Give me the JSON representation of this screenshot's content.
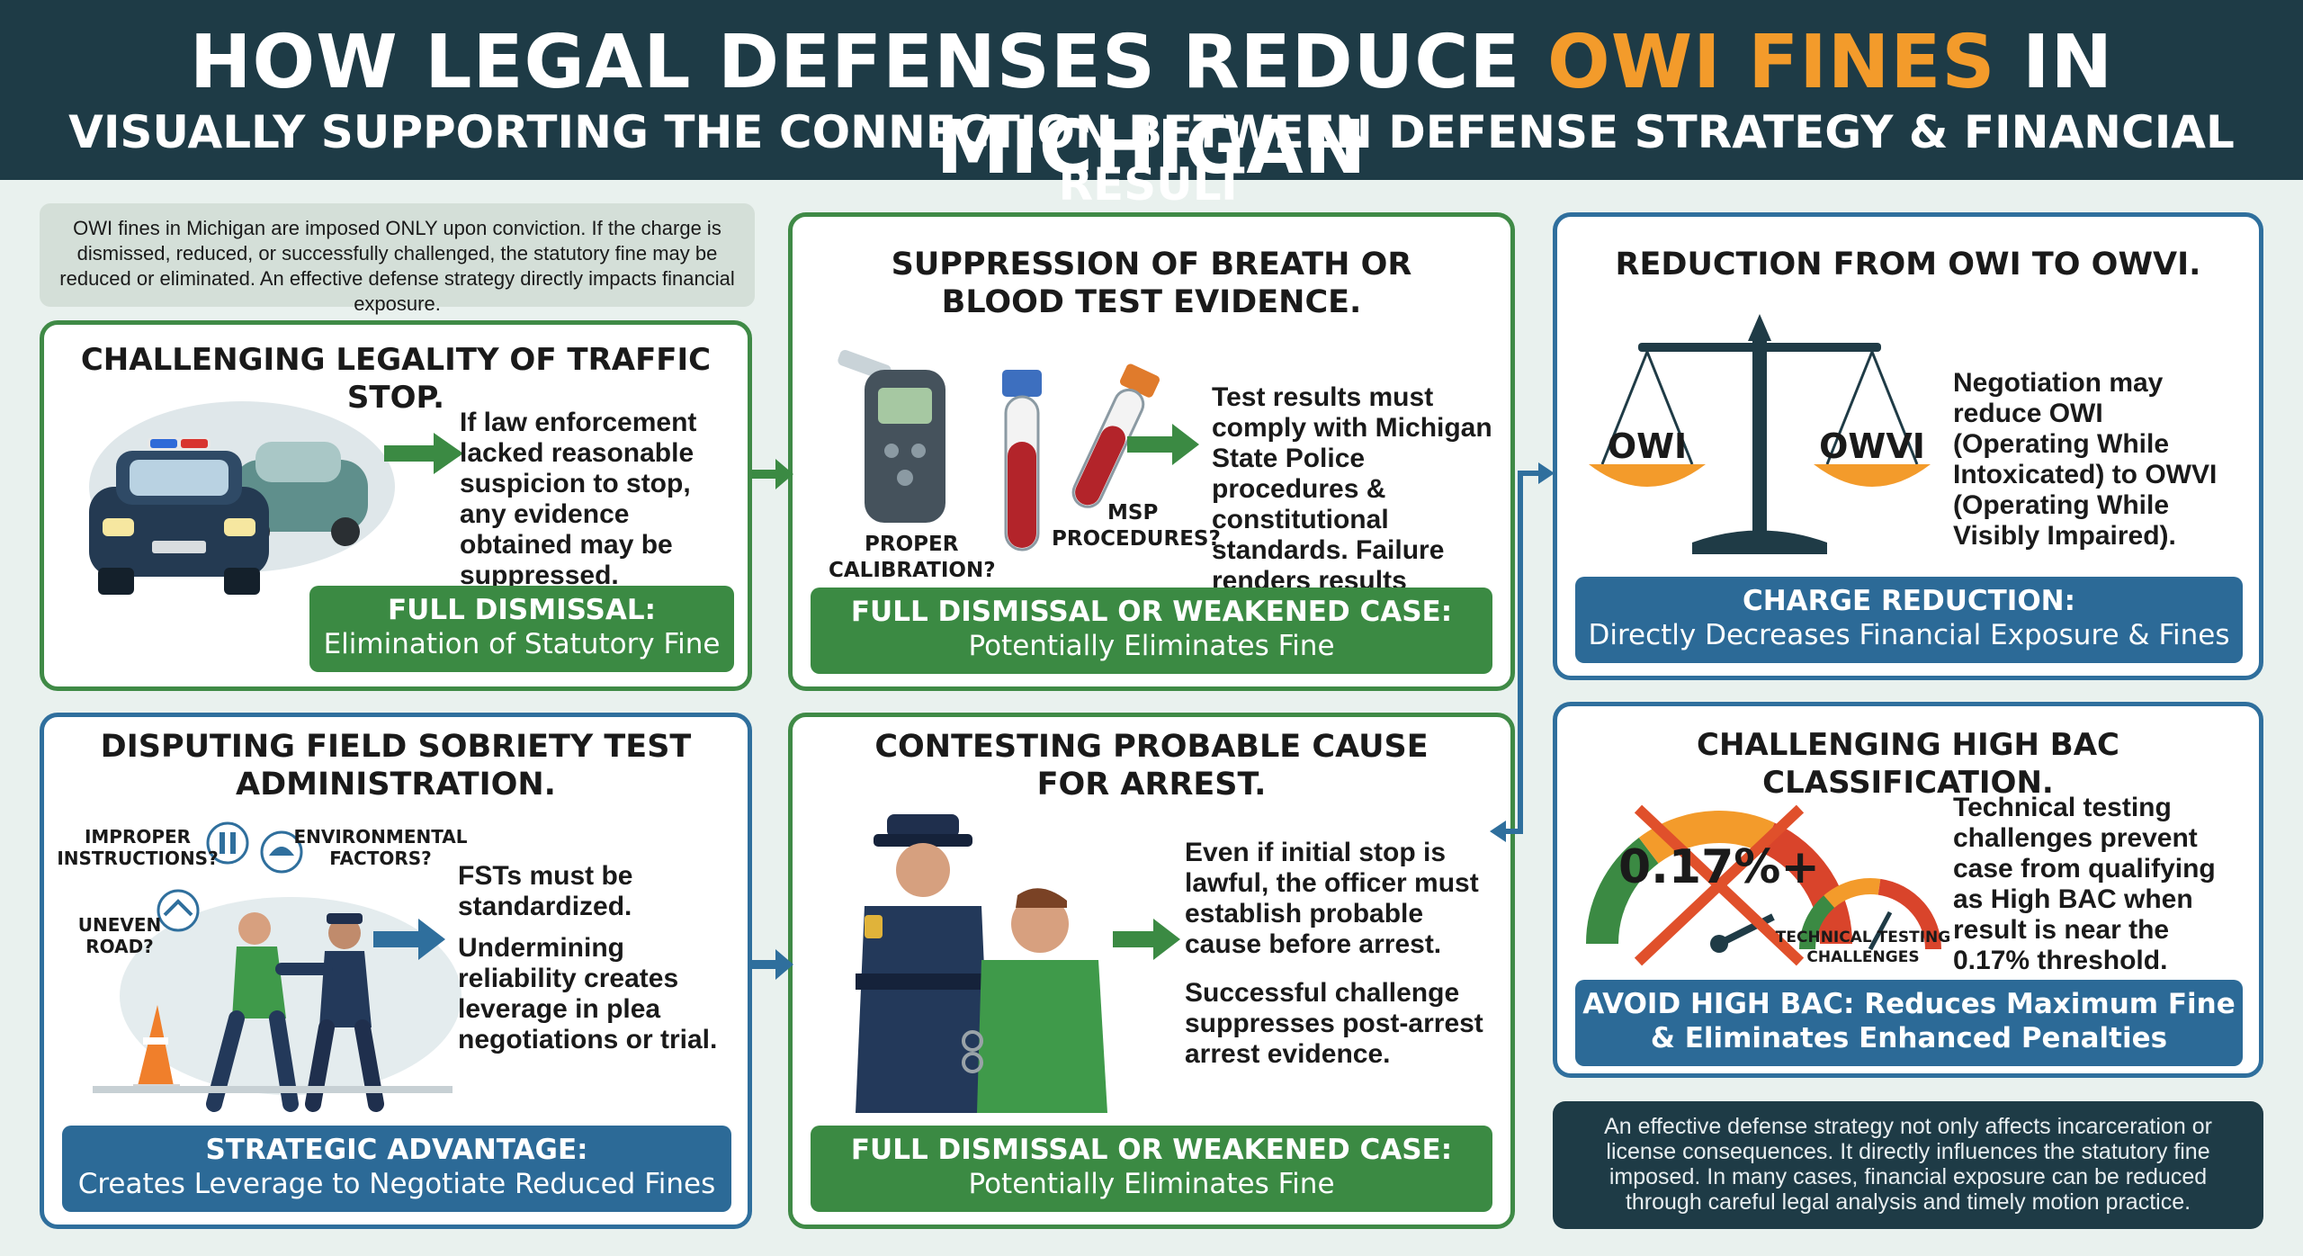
{
  "header": {
    "title_part1": "HOW LEGAL DEFENSES REDUCE ",
    "title_accent": "OWI FINES",
    "title_part2": " IN MICHIGAN",
    "subtitle": "VISUALLY SUPPORTING THE CONNECTION BETWEEN DEFENSE STRATEGY & FINANCIAL RESULT"
  },
  "intro": "OWI fines in Michigan are imposed ONLY upon conviction. If the charge is dismissed, reduced, or successfully challenged, the statutory fine may be reduced or eliminated. An effective defense strategy directly impacts financial exposure.",
  "cards": {
    "traffic_stop": {
      "title": "CHALLENGING LEGALITY OF TRAFFIC STOP.",
      "text": "If law enforcement lacked reasonable suspicion to stop, any evidence obtained may be suppressed.",
      "banner_line1": "FULL DISMISSAL:",
      "banner_line2": "Elimination of Statutory Fine"
    },
    "breath_blood": {
      "title_line1": "SUPPRESSION OF BREATH OR",
      "title_line2": "BLOOD TEST EVIDENCE.",
      "text": "Test results must comply with Michigan State Police procedures & constitutional standards. Failure renders results inadmissible.",
      "label_calibration_1": "PROPER",
      "label_calibration_2": "CALIBRATION?",
      "label_msp_1": "MSP",
      "label_msp_2": "PROCEDURES?",
      "banner_line1": "FULL DISMISSAL OR WEAKENED CASE:",
      "banner_line2": "Potentially Eliminates Fine"
    },
    "owvi": {
      "title": "REDUCTION FROM OWI TO OWVI.",
      "scale_left": "OWI",
      "scale_right": "OWVI",
      "text": "Negotiation may reduce OWI (Operating While Intoxicated) to OWVI (Operating While Visibly Impaired).",
      "banner_line1": "CHARGE REDUCTION:",
      "banner_line2": "Directly Decreases Financial Exposure & Fines"
    },
    "sobriety": {
      "title_line1": "DISPUTING FIELD SOBRIETY TEST",
      "title_line2": "ADMINISTRATION.",
      "label_improper_1": "IMPROPER",
      "label_improper_2": "INSTRUCTIONS?",
      "label_env_1": "ENVIRONMENTAL",
      "label_env_2": "FACTORS?",
      "label_road_1": "UNEVEN",
      "label_road_2": "ROAD?",
      "text1": "FSTs must be standardized.",
      "text2": "Undermining reliability creates leverage in plea negotiations or trial.",
      "banner_line1": "STRATEGIC ADVANTAGE:",
      "banner_line2": "Creates Leverage to Negotiate Reduced Fines"
    },
    "probable_cause": {
      "title_line1": "CONTESTING PROBABLE CAUSE",
      "title_line2": "FOR ARREST.",
      "text1": "Even if initial stop is lawful, the officer must establish probable cause before arrest.",
      "text2": "Successful challenge suppresses post-arrest arrest evidence.",
      "banner_line1": "FULL DISMISSAL OR WEAKENED CASE:",
      "banner_line2": "Potentially Eliminates Fine"
    },
    "high_bac": {
      "title": "CHALLENGING HIGH BAC CLASSIFICATION.",
      "gauge_value": "0.17%+",
      "gauge_label_1": "TECHNICAL TESTING",
      "gauge_label_2": "CHALLENGES",
      "text": "Technical testing challenges prevent case from qualifying as High BAC when result is near the 0.17% threshold.",
      "banner_line1": "AVOID HIGH BAC: Reduces Maximum Fine",
      "banner_line2": "& Eliminates Enhanced Penalties"
    }
  },
  "footer_note": "An effective defense strategy not only affects incarceration or license consequences. It directly influences the statutory fine imposed. In many cases, financial exposure can be reduced through careful legal analysis and timely motion practice.",
  "colors": {
    "header_bg": "#1e3b46",
    "accent_orange": "#f39b2b",
    "green": "#3b8a43",
    "blue": "#2c6a97"
  },
  "icons": [
    "police-car-icon",
    "car-icon",
    "breathalyzer-icon",
    "blood-vial-icon",
    "scale-icon",
    "gauge-icon",
    "officer-icon",
    "suspect-icon",
    "cone-icon",
    "arrow-icon"
  ]
}
